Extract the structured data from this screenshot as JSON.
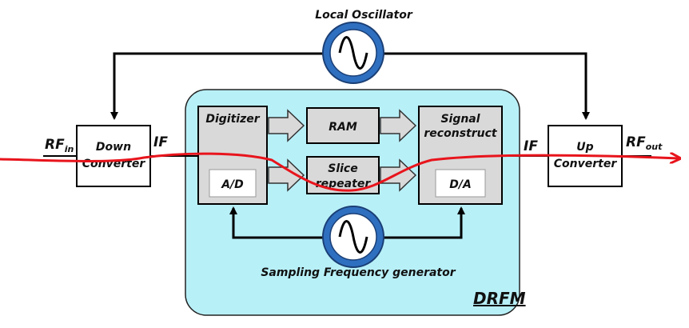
{
  "title": "Local Oscillator",
  "drfm": {
    "label": "DRFM",
    "fill": "#b8f0f8"
  },
  "blocks": {
    "down": {
      "line1": "Down",
      "line2": "Converter"
    },
    "up": {
      "line1": "Up",
      "line2": "Converter"
    },
    "digitizer": {
      "label": "Digitizer",
      "sub": "A/D"
    },
    "ram": {
      "label": "RAM"
    },
    "slice": {
      "line1": "Slice",
      "line2": "repeater"
    },
    "reconstruct": {
      "line1": "Signal",
      "line2": "reconstruct",
      "sub": "D/A"
    }
  },
  "signals": {
    "rf_in": "RF",
    "rf_in_sub": "in",
    "rf_out": "RF",
    "rf_out_sub": "out",
    "if_left": "IF",
    "if_right": "IF"
  },
  "sampling": "Sampling Frequency generator",
  "colors": {
    "signal": "#e8141c",
    "oscillator": "#2f6fc0",
    "block_gray": "#d9d9d9"
  }
}
